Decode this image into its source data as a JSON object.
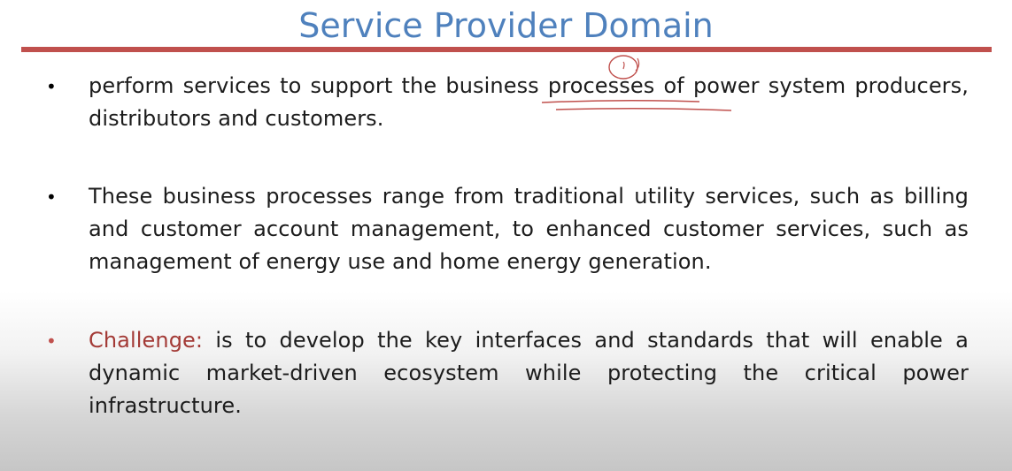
{
  "slide": {
    "title": "Service Provider Domain",
    "bullets": [
      {
        "marker": "•",
        "text": "perform services to support the business processes of power system producers, distributors and customers."
      },
      {
        "marker": "•",
        "text": "These business processes range from traditional utility services, such as billing and customer account management, to enhanced customer services, such as management of energy use and home energy generation."
      },
      {
        "marker": "•",
        "highlight": "Challenge:",
        "text": " is to develop the key interfaces and standards that will enable a dynamic market-driven ecosystem while protecting the critical power infrastructure."
      }
    ]
  },
  "colors": {
    "title": "#4f81bd",
    "rule": "#c0504d",
    "highlight": "#a33a36",
    "annotation_ink": "#c0504d"
  }
}
